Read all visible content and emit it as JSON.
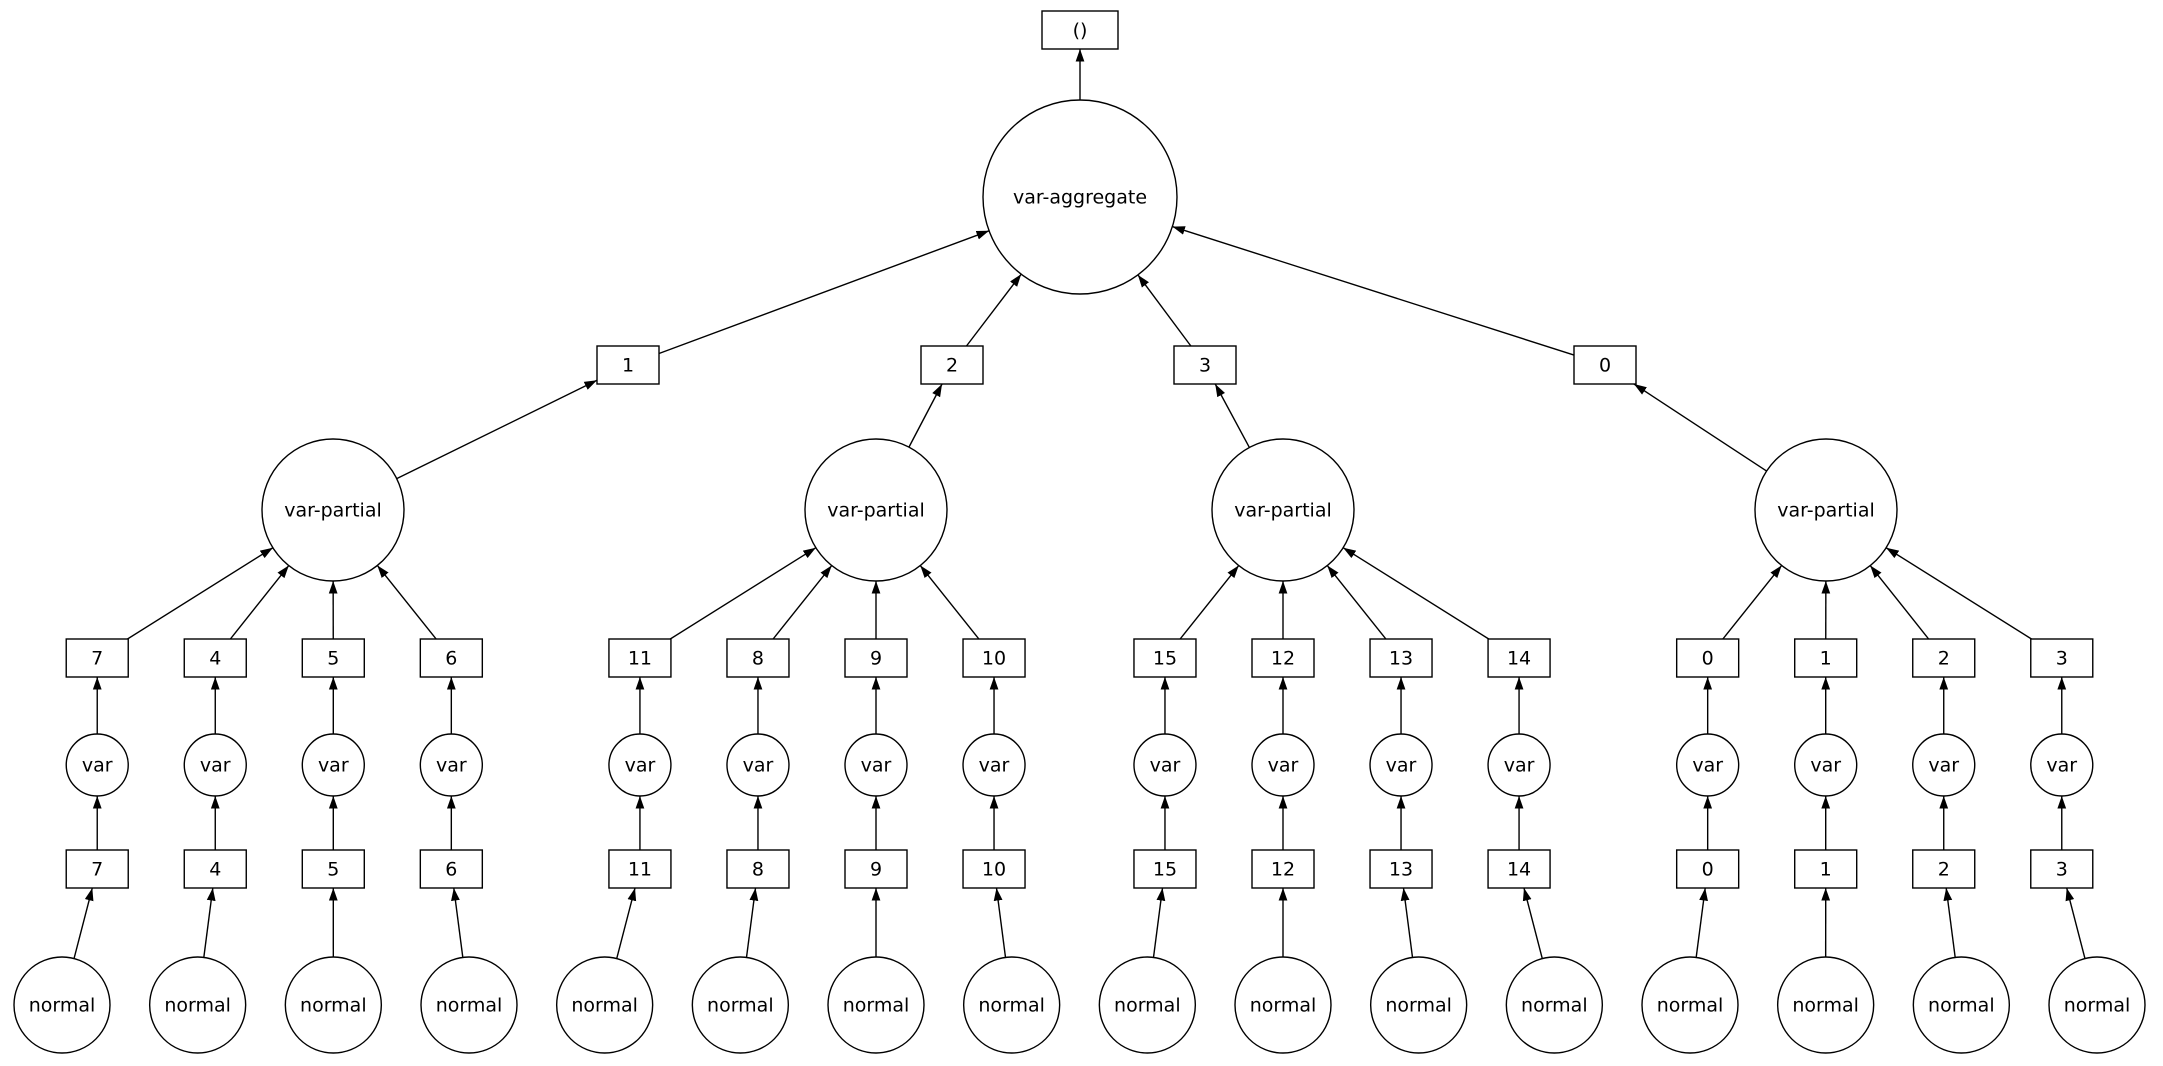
{
  "diagram": {
    "background": "#ffffff",
    "node_stroke": "#000000",
    "text_color": "#000000",
    "root_box": "()",
    "aggregate_label": "var-aggregate",
    "groups": [
      {
        "gather_box": "1",
        "partial_label": "var-partial",
        "chains": [
          {
            "slot_box": "7",
            "var_circle": "var",
            "value_box": "7",
            "source_circle": "normal"
          },
          {
            "slot_box": "4",
            "var_circle": "var",
            "value_box": "4",
            "source_circle": "normal"
          },
          {
            "slot_box": "5",
            "var_circle": "var",
            "value_box": "5",
            "source_circle": "normal"
          },
          {
            "slot_box": "6",
            "var_circle": "var",
            "value_box": "6",
            "source_circle": "normal"
          }
        ]
      },
      {
        "gather_box": "2",
        "partial_label": "var-partial",
        "chains": [
          {
            "slot_box": "11",
            "var_circle": "var",
            "value_box": "11",
            "source_circle": "normal"
          },
          {
            "slot_box": "8",
            "var_circle": "var",
            "value_box": "8",
            "source_circle": "normal"
          },
          {
            "slot_box": "9",
            "var_circle": "var",
            "value_box": "9",
            "source_circle": "normal"
          },
          {
            "slot_box": "10",
            "var_circle": "var",
            "value_box": "10",
            "source_circle": "normal"
          }
        ]
      },
      {
        "gather_box": "3",
        "partial_label": "var-partial",
        "chains": [
          {
            "slot_box": "15",
            "var_circle": "var",
            "value_box": "15",
            "source_circle": "normal"
          },
          {
            "slot_box": "12",
            "var_circle": "var",
            "value_box": "12",
            "source_circle": "normal"
          },
          {
            "slot_box": "13",
            "var_circle": "var",
            "value_box": "13",
            "source_circle": "normal"
          },
          {
            "slot_box": "14",
            "var_circle": "var",
            "value_box": "14",
            "source_circle": "normal"
          }
        ]
      },
      {
        "gather_box": "0",
        "partial_label": "var-partial",
        "chains": [
          {
            "slot_box": "0",
            "var_circle": "var",
            "value_box": "0",
            "source_circle": "normal"
          },
          {
            "slot_box": "1",
            "var_circle": "var",
            "value_box": "1",
            "source_circle": "normal"
          },
          {
            "slot_box": "2",
            "var_circle": "var",
            "value_box": "2",
            "source_circle": "normal"
          },
          {
            "slot_box": "3",
            "var_circle": "var",
            "value_box": "3",
            "source_circle": "normal"
          }
        ]
      }
    ]
  }
}
